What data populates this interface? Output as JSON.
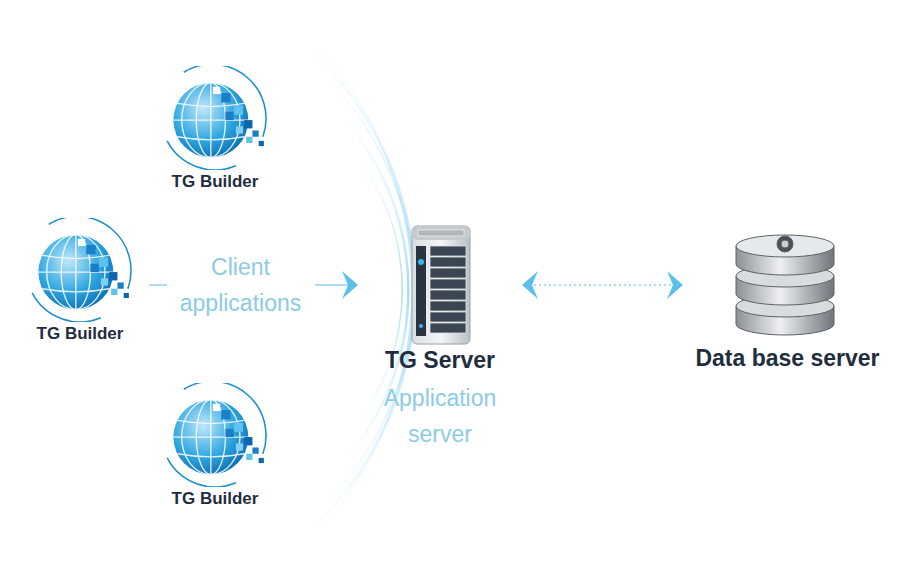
{
  "diagram": {
    "nodes": [
      {
        "text": [
          "TG Builder"
        ]
      },
      {
        "text": [
          "TG Builder"
        ]
      },
      {
        "text": [
          "TG Builder"
        ]
      },
      {
        "text": [
          "TG Server",
          "Application server"
        ]
      },
      {
        "text": [
          "Data base server"
        ]
      }
    ],
    "edges": [
      {
        "from": 1,
        "to": 3,
        "arrow": "to",
        "label": "Client applications"
      },
      {
        "from": 3,
        "to": 4,
        "arrow": "both"
      }
    ]
  }
}
